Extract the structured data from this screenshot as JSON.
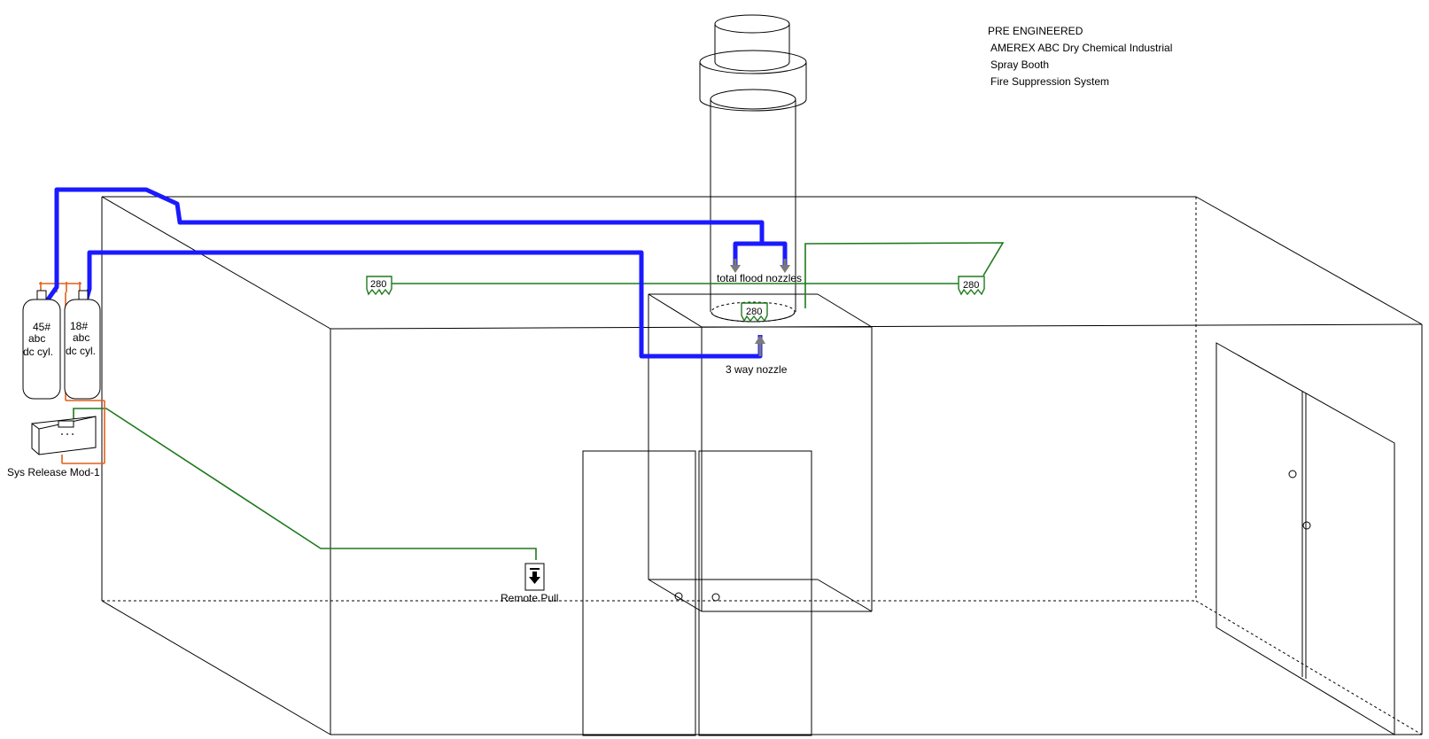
{
  "title_block": {
    "line1": "PRE ENGINEERED",
    "line2": "AMEREX  ABC Dry Chemical Industrial",
    "line3": "Spray Booth",
    "line4": "Fire Suppression System"
  },
  "cylinders": {
    "large": {
      "line1": "45#",
      "line2": "abc",
      "line3": "dc cyl."
    },
    "small": {
      "line1": "18#",
      "line2": "abc",
      "line3": "dc cyl."
    }
  },
  "labels": {
    "release_module": "Sys Release Mod-1",
    "total_flood_nozzles": "total flood nozzles",
    "three_way_nozzle": "3 way nozzle",
    "remote_pull": "Remote Pull"
  },
  "detectors": {
    "left": "280",
    "center": "280",
    "right": "280"
  },
  "colors": {
    "pipe": "#1a1aff",
    "detection_line": "#1e7a1e",
    "electrical": "#e0601a",
    "outline": "#000000",
    "nozzle": "#7a7a7a"
  }
}
